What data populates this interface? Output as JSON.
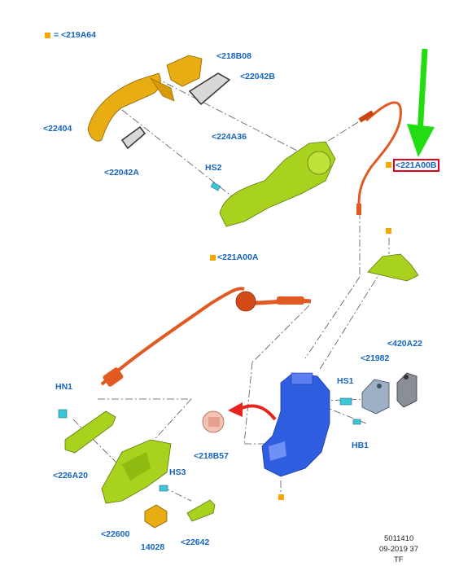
{
  "legend": {
    "symbol_text": "= <219A64"
  },
  "labels": {
    "p218B08": "<218B08",
    "p22042B": "<22042B",
    "p22404": "<22404",
    "p22042A": "<22042A",
    "p224A36": "<224A36",
    "HS2": "HS2",
    "p221A00B": "<221A00B",
    "p221A00A": "<221A00A",
    "p420A22": "<420A22",
    "p21982": "<21982",
    "HS1": "HS1",
    "HB1": "HB1",
    "HN1": "HN1",
    "p226A20": "<226A20",
    "p218B57": "<218B57",
    "HS3": "HS3",
    "p22600": "<22600",
    "p14028": "14028",
    "p22642": "<22642"
  },
  "footer": {
    "line1": "5011410",
    "line2": "09-2019 37",
    "line3": "TF"
  },
  "colors": {
    "label": "#1565c0",
    "marker": "#f6a800",
    "highlight_box": "#e0001b",
    "arrow_green": "#22dd11",
    "arrow_red": "#e8231c",
    "part_yellow": "#e8ad12",
    "part_green": "#a8d21e",
    "part_red": "#e05a22",
    "part_blue": "#2f5de0",
    "part_grey": "#9aa0a8"
  }
}
